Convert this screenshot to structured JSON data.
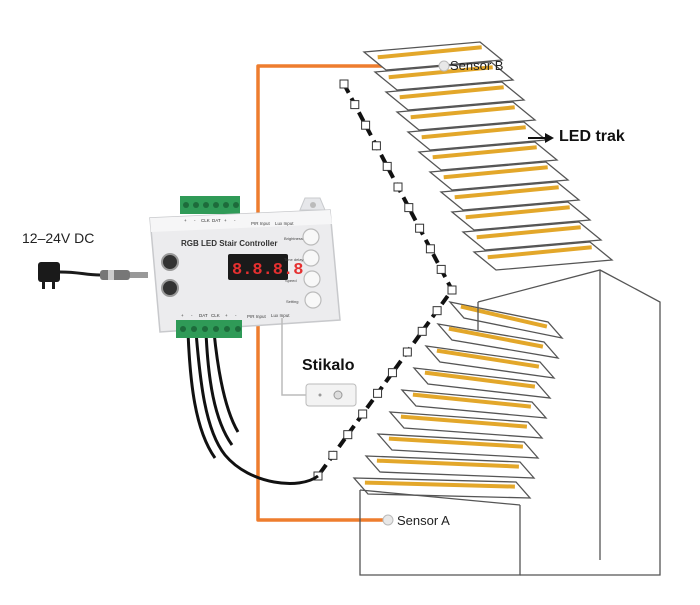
{
  "labels": {
    "power": "12–24V DC",
    "sensor_b": "Sensor B",
    "sensor_a": "Sensor A",
    "led_strip": "LED trak",
    "switch": "Stikalo"
  },
  "controller": {
    "title": "RGB LED Stair Controller",
    "display": "8.8.8.8",
    "top_terminals": [
      "+",
      "-",
      "CLK",
      "DAT",
      "+",
      "-"
    ],
    "bottom_terminals": [
      "+",
      "-",
      "DAT",
      "CLK",
      "+",
      "-"
    ],
    "top_port_a": "PIR Input",
    "top_port_b": "Lux Input",
    "bottom_port_a": "PIR Input",
    "bottom_port_b": "Lux Input",
    "button_labels": [
      "Brightness",
      "Time delay",
      "Speed",
      "Setting"
    ]
  },
  "colors": {
    "orange_wire": "#ee7d2e",
    "led_yellow": "#e3a72a",
    "stair_line": "#555555",
    "terminal_green": "#2f9a57"
  },
  "icons": [
    "power-adapter-icon",
    "arrow-right-icon"
  ]
}
